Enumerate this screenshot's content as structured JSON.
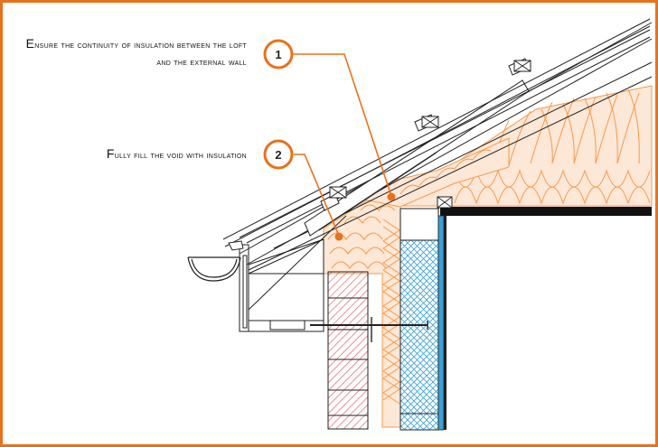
{
  "callouts": [
    {
      "number": "1",
      "text": "Ensure the continuity of insulation between the loft and the external wall"
    },
    {
      "number": "2",
      "text": "Fully fill the void with insulation"
    }
  ],
  "colors": {
    "accent": "#e8711d",
    "insulation": "#f39a4f",
    "brick": "#e05a66",
    "blockwork": "#3aa0d8",
    "line": "#222222"
  }
}
